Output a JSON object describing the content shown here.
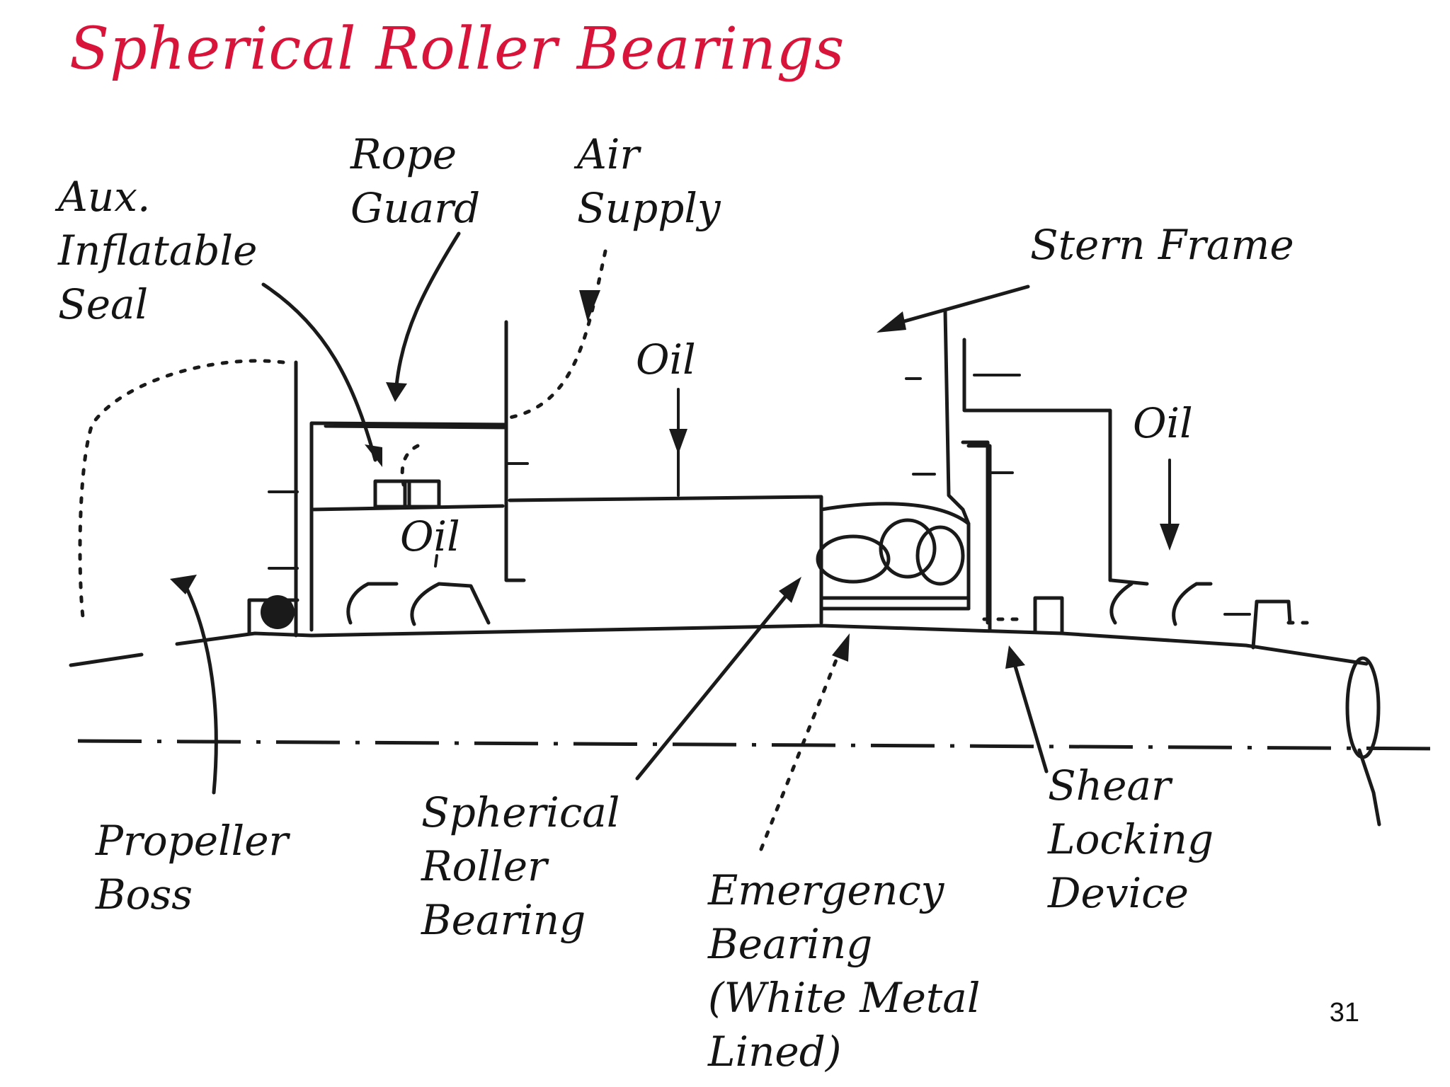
{
  "title": "Spherical Roller Bearings",
  "labels": {
    "aux_seal": [
      "Aux.",
      "Inflatable",
      "Seal"
    ],
    "rope_guard": [
      "Rope",
      "Guard"
    ],
    "air_supply": [
      "Air",
      "Supply"
    ],
    "stern_frame": [
      "Stern Frame"
    ],
    "oil_top": "Oil",
    "oil_right": "Oil",
    "oil_left": "Oil",
    "propeller_boss": [
      "Propeller",
      "Boss"
    ],
    "spherical_roller_bearing": [
      "Spherical",
      "Roller",
      "Bearing"
    ],
    "emergency_bearing": [
      "Emergency",
      "Bearing",
      "(White Metal",
      "Lined)"
    ],
    "shear_locking_device": [
      "Shear",
      "Locking",
      "Device"
    ]
  },
  "page_number": "31",
  "colors": {
    "title": "#d9143a",
    "ink": "#1a1a1a",
    "background": "#ffffff"
  }
}
